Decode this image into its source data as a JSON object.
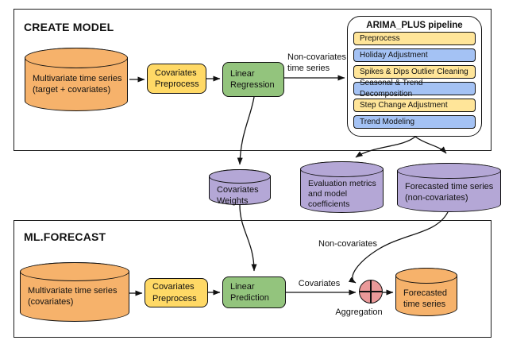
{
  "colors": {
    "orange": "#F6B26B",
    "yellow": "#FFD966",
    "yellow_light": "#FFE599",
    "green": "#93C47D",
    "blue": "#A4C2F4",
    "purple": "#B4A7D6",
    "red": "#EA9999"
  },
  "create_model": {
    "title": "CREATE MODEL",
    "source_cylinder": "Multivariate time series\n(target + covariates)",
    "preprocess_box": "Covariates\nPreprocess",
    "regression_box": "Linear\nRegression",
    "arrow_label": "Non-covariates\ntime series"
  },
  "pipeline": {
    "title": "ARIMA_PLUS pipeline",
    "items": [
      {
        "label": "Preprocess",
        "color": "#FFE599"
      },
      {
        "label": "Holiday Adjustment",
        "color": "#A4C2F4"
      },
      {
        "label": "Spikes & Dips Outlier Cleaning",
        "color": "#FFE599"
      },
      {
        "label": "Seasonal & Trend Decomposition",
        "color": "#A4C2F4"
      },
      {
        "label": "Step Change Adjustment",
        "color": "#FFE599"
      },
      {
        "label": "Trend Modeling",
        "color": "#A4C2F4"
      }
    ]
  },
  "artifacts": {
    "covariates_weights": "Covariates\nWeights",
    "evaluation_metrics": "Evaluation metrics\nand model\ncoefficients",
    "forecast_non_covariates": "Forecasted time series\n(non-covariates)"
  },
  "ml_forecast": {
    "title": "ML.FORECAST",
    "source_cylinder": "Multivariate time series\n(covariates)",
    "preprocess_box": "Covariates\nPreprocess",
    "prediction_box": "Linear\nPrediction",
    "covariates_label": "Covariates",
    "non_covariates_label": "Non-covariates",
    "aggregation_label": "Aggregation",
    "output_cylinder": "Forecasted\ntime series"
  }
}
